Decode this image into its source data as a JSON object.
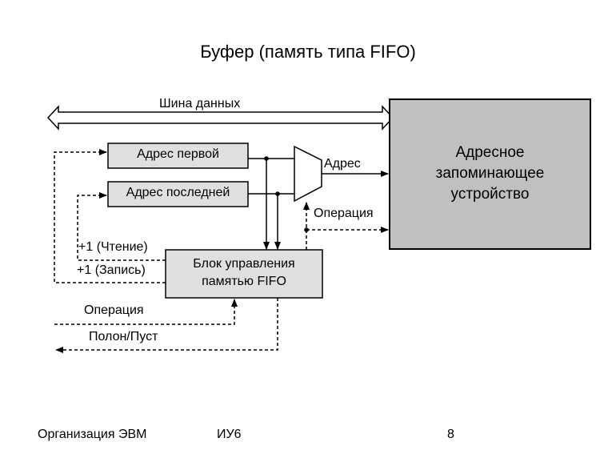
{
  "title": "Буфер  (память типа FIFO)",
  "diagram": {
    "data_bus_label": "Шина данных",
    "first_address_register": "Адрес первой",
    "last_address_register": "Адрес последней",
    "mux_output_label": "Адрес",
    "memory_op_label": "Операция",
    "memory_block": [
      "Адресное",
      "запоминающее",
      "устройство"
    ],
    "read_increment_label": "+1 (Чтение)",
    "write_increment_label": "+1 (Запись)",
    "control_block": [
      "Блок управления",
      "памятью FIFO"
    ],
    "control_op_label": "Операция",
    "status_label": "Полон/Пуст"
  },
  "footer": {
    "left": "Организация ЭВМ",
    "center": "ИУ6",
    "page": "8"
  }
}
